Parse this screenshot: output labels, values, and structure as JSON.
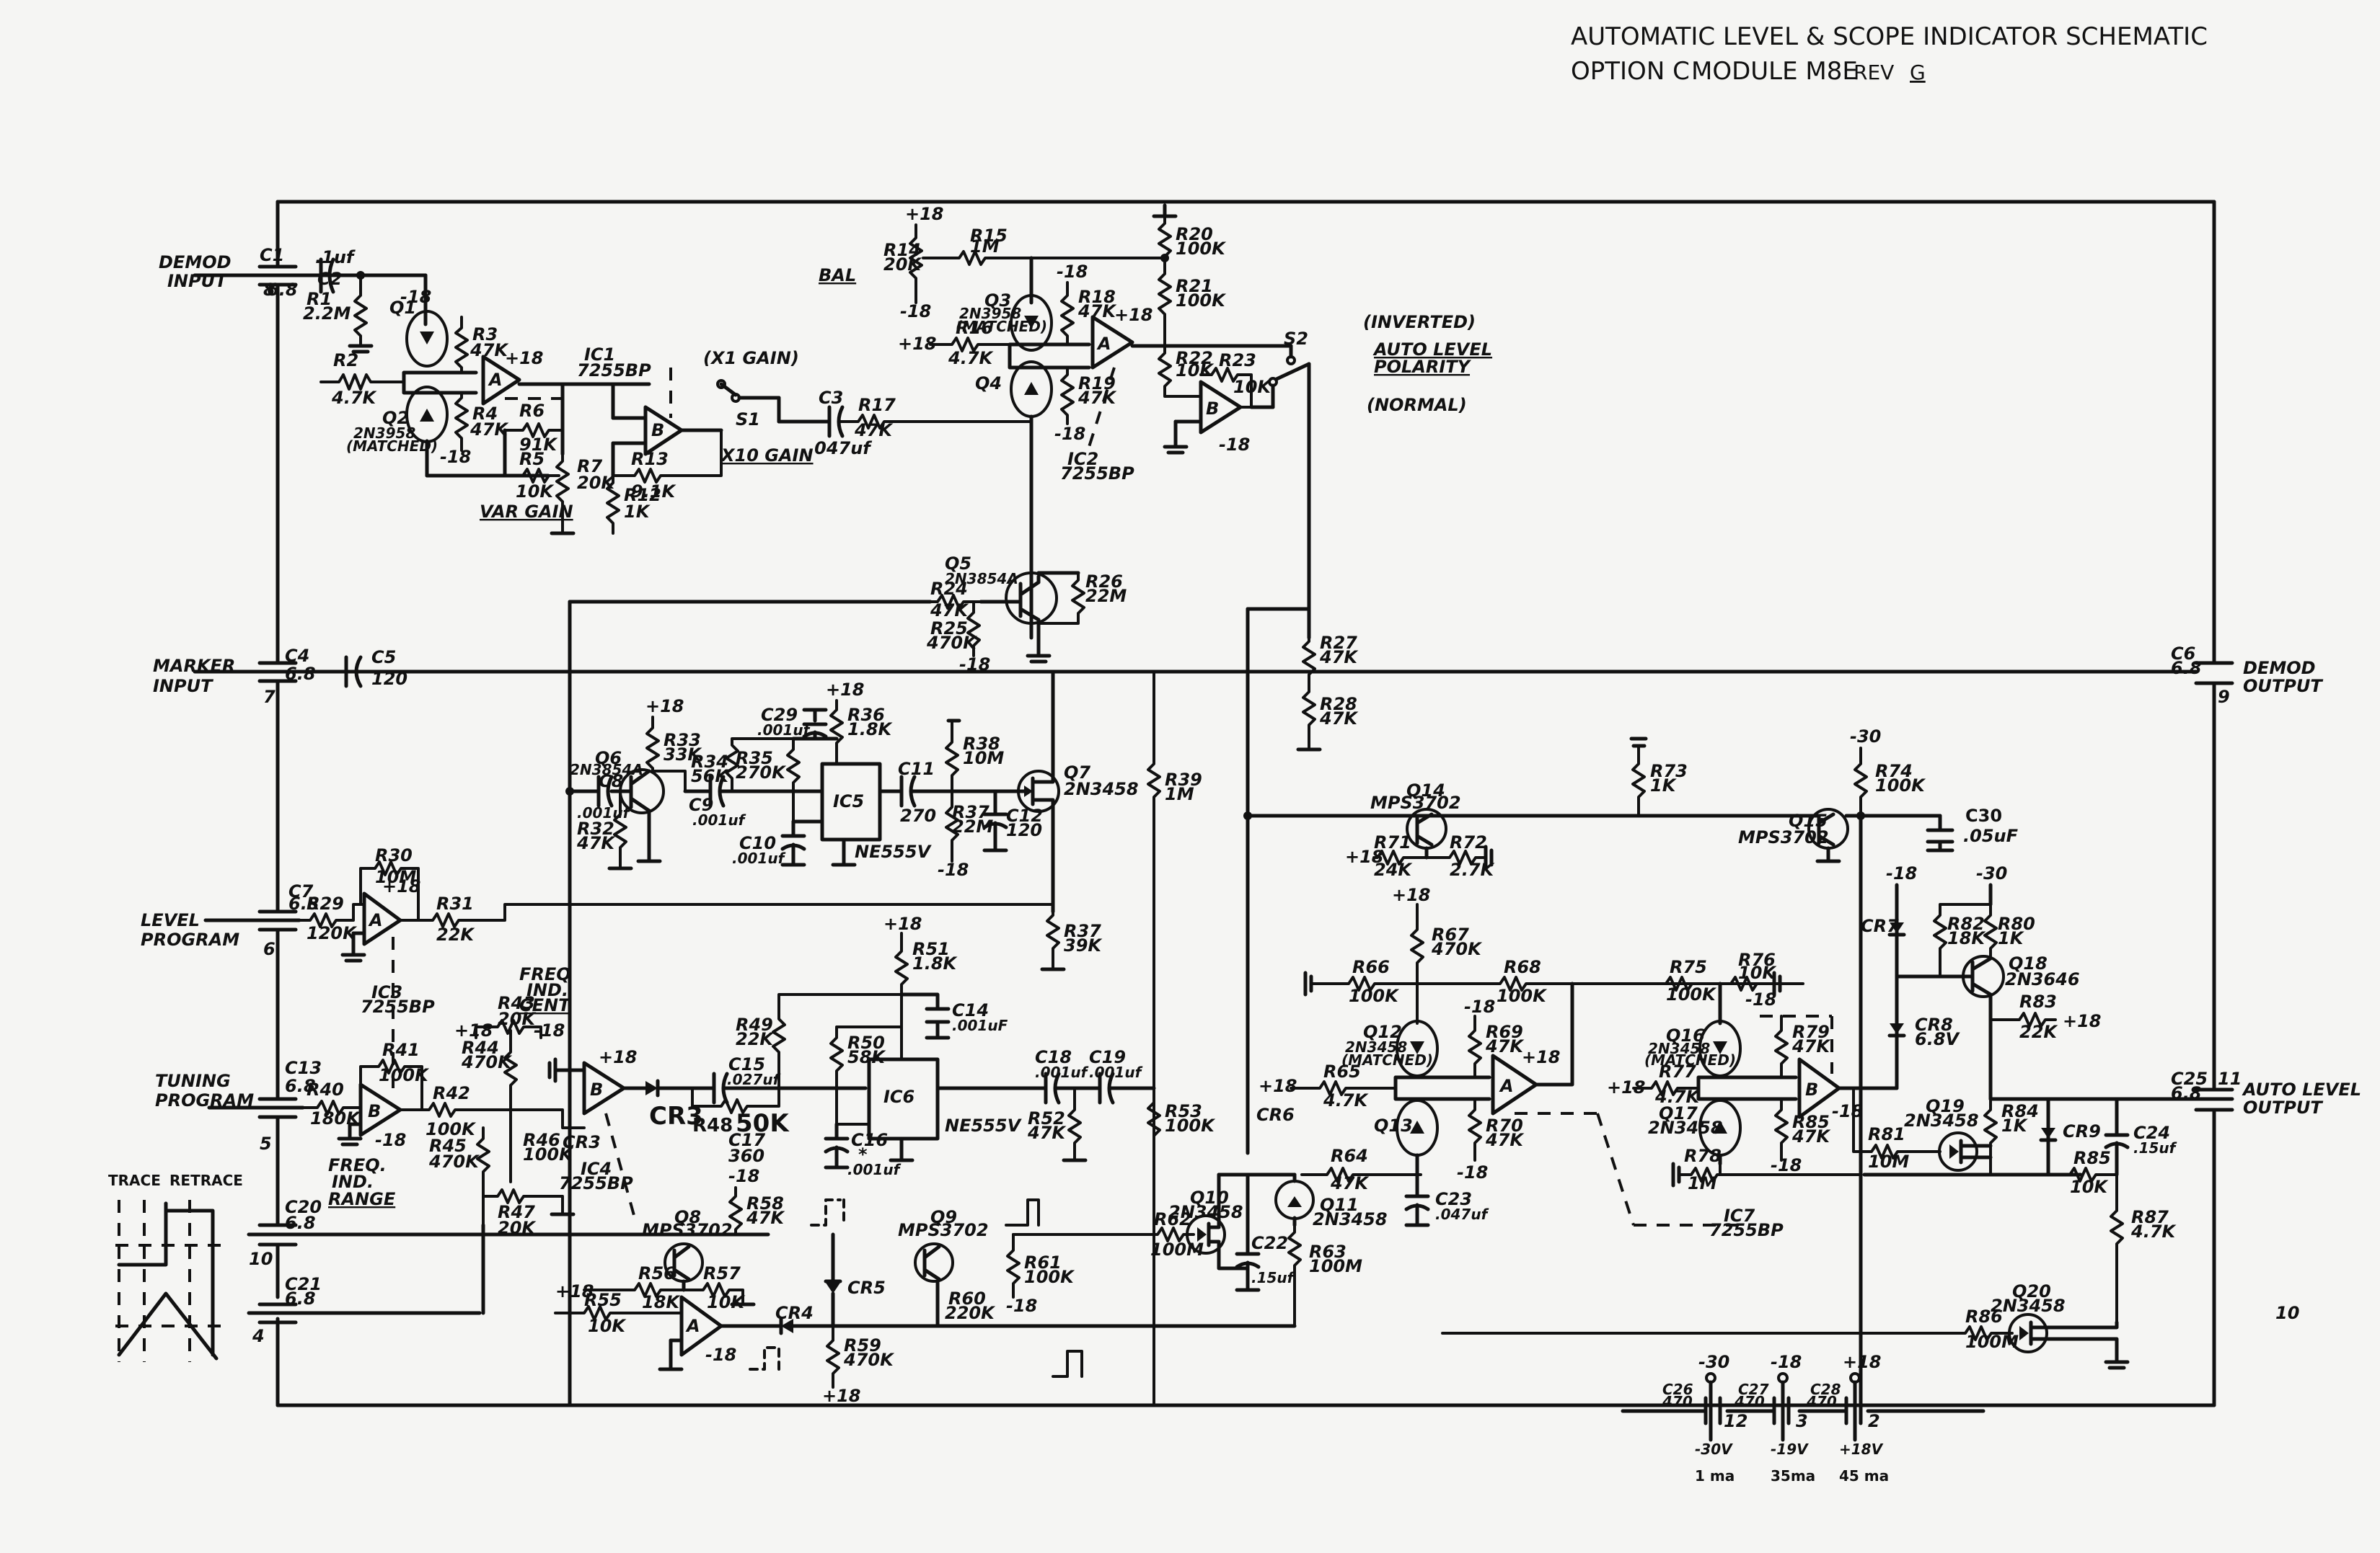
{
  "title": {
    "line1": "AUTOMATIC LEVEL & SCOPE INDICATOR SCHEMATIC",
    "option": "OPTION C",
    "module": "MODULE M8E",
    "rev_label": "REV",
    "rev_value": "G"
  },
  "io": {
    "demod_input": [
      "DEMOD",
      "INPUT"
    ],
    "marker_input": [
      "MARKER",
      "INPUT"
    ],
    "level_program": [
      "LEVEL",
      "PROGRAM"
    ],
    "tuning_program": [
      "TUNING",
      "PROGRAM"
    ],
    "demod_output": [
      "DEMOD",
      "OUTPUT"
    ],
    "auto_level_output": [
      "AUTO LEVEL",
      "OUTPUT"
    ]
  },
  "pins": {
    "p8": "8",
    "p7": "7",
    "p6": "6",
    "p5": "5",
    "p10": "10",
    "p4": "4",
    "p9": "9",
    "p11": "11"
  },
  "notes": {
    "bal": "BAL",
    "var_gain": "VAR GAIN",
    "x1_gain": "(X1 GAIN)",
    "x10_gain": "X10 GAIN",
    "s1": "S1",
    "s2": "S2",
    "inverted": "(INVERTED)",
    "auto_level_polarity": [
      "AUTO LEVEL",
      "POLARITY"
    ],
    "normal": "(NORMAL)",
    "freq_ind_cent": [
      "FREQ",
      "IND.",
      "CENT"
    ],
    "freq_ind_range": [
      "FREQ.",
      "IND.",
      "RANGE"
    ],
    "trace": "TRACE",
    "retrace": "RETRACE",
    "page_mark": "10"
  },
  "components": {
    "C1": [
      "C1",
      "6.8"
    ],
    "C2": [
      "C2",
      ".1uf"
    ],
    "R1": [
      "R1",
      "2.2M"
    ],
    "R2": [
      "R2",
      "4.7K"
    ],
    "Q1": [
      "Q1"
    ],
    "Q2": [
      "Q2",
      "2N3958",
      "(MATCHED)"
    ],
    "R3": [
      "R3",
      "47K"
    ],
    "R4": [
      "R4",
      "47K"
    ],
    "R5": [
      "R5",
      "10K"
    ],
    "R6": [
      "R6",
      "91K"
    ],
    "R7": [
      "R7",
      "20K"
    ],
    "R12": [
      "R12",
      "1K"
    ],
    "R13": [
      "R13",
      "9.1K"
    ],
    "IC1": [
      "IC1",
      "7255BP"
    ],
    "C3": [
      "C3",
      ".047uf"
    ],
    "R17": [
      "R17",
      "47K"
    ],
    "R14": [
      "R14",
      "20K"
    ],
    "R15": [
      "R15",
      "1M"
    ],
    "Q3": [
      "Q3",
      "2N3958",
      "(MATCHED)"
    ],
    "Q4": [
      "Q4"
    ],
    "R16": [
      "R16",
      "4.7K"
    ],
    "R18": [
      "R18",
      "47K"
    ],
    "R19": [
      "R19",
      "47K"
    ],
    "IC2": [
      "IC2",
      "7255BP"
    ],
    "R20": [
      "R20",
      "100K"
    ],
    "R21": [
      "R21",
      "100K"
    ],
    "R22": [
      "R22",
      "10K"
    ],
    "R23": [
      "R23",
      "10K"
    ],
    "Q5": [
      "Q5",
      "2N3854A"
    ],
    "R24": [
      "R24",
      "47K"
    ],
    "R25": [
      "R25",
      "470K"
    ],
    "R26": [
      "R26",
      "22M"
    ],
    "R27": [
      "R27",
      "47K"
    ],
    "R28": [
      "R28",
      "47K"
    ],
    "C4": [
      "C4",
      "6.8"
    ],
    "C5": [
      "C5",
      "120"
    ],
    "C6": [
      "C6",
      "6.8"
    ],
    "Q6": [
      "Q6",
      "2N3854A"
    ],
    "C8": [
      "C8",
      ".001uf"
    ],
    "R32": [
      "R32",
      "47K"
    ],
    "R33": [
      "R33",
      "33K"
    ],
    "C9": [
      "C9",
      ".001uf"
    ],
    "R34": [
      "R34",
      "56K"
    ],
    "R35": [
      "R35",
      "270K"
    ],
    "C29": [
      "C29",
      ".001uf"
    ],
    "R36": [
      "R36",
      "1.8K"
    ],
    "C10": [
      "C10",
      ".001uf"
    ],
    "IC5": [
      "IC5",
      "NE555V"
    ],
    "C11": [
      "C11",
      "270"
    ],
    "R38": [
      "R38",
      "10M"
    ],
    "R37": [
      "R37",
      "22M"
    ],
    "C12": [
      "C12",
      "120"
    ],
    "Q7": [
      "Q7",
      "2N3458"
    ],
    "R39": [
      "R39",
      "1M"
    ],
    "C7": [
      "C7",
      "6.8"
    ],
    "R29": [
      "R29",
      "120K"
    ],
    "R30": [
      "R30",
      "10M"
    ],
    "R31": [
      "R31",
      "22K"
    ],
    "IC3": [
      "IC3",
      "7255BP"
    ],
    "R37b": [
      "R37",
      "39K"
    ],
    "C13": [
      "C13",
      "6.8"
    ],
    "R40": [
      "R40",
      "180K"
    ],
    "R41": [
      "R41",
      "100K"
    ],
    "R42": [
      "R42",
      "100K"
    ],
    "R43": [
      "R43",
      "20K"
    ],
    "R44": [
      "R44",
      "470K"
    ],
    "R45": [
      "R45",
      "470K"
    ],
    "R46": [
      "R46",
      "100K"
    ],
    "R47": [
      "R47",
      "20K"
    ],
    "IC4": [
      "IC4",
      "7255BP"
    ],
    "CR3": [
      "CR3"
    ],
    "C15": [
      "C15",
      ".027uf"
    ],
    "R48": [
      "R48",
      "50K"
    ],
    "C17": [
      "C17",
      "360"
    ],
    "R49": [
      "R49",
      "22K"
    ],
    "R50": [
      "R50",
      "58K"
    ],
    "R51": [
      "R51",
      "1.8K"
    ],
    "C14": [
      "C14",
      ".001uF"
    ],
    "C16": [
      "C16",
      "*",
      ".001uf"
    ],
    "IC6": [
      "IC6",
      "NE555V"
    ],
    "C18": [
      "C18",
      ".001uf"
    ],
    "C19": [
      "C19",
      ".001uf"
    ],
    "R52": [
      "R52",
      "47K"
    ],
    "R53": [
      "R53",
      "100K"
    ],
    "C20": [
      "C20",
      "6.8"
    ],
    "C21": [
      "C21",
      "6.8"
    ],
    "Q8": [
      "Q8",
      "MPS3702"
    ],
    "R56": [
      "R56",
      "18K"
    ],
    "R57": [
      "R57",
      "10K"
    ],
    "R55": [
      "R55",
      "10K"
    ],
    "R58": [
      "R58",
      "47K"
    ],
    "CR4": [
      "CR4"
    ],
    "CR5": [
      "CR5"
    ],
    "R59": [
      "R59",
      "470K"
    ],
    "Q9": [
      "Q9",
      "MPS3702"
    ],
    "R60": [
      "R60",
      "220K"
    ],
    "R61": [
      "R61",
      "100K"
    ],
    "Q10": [
      "Q10",
      "2N3458"
    ],
    "R62": [
      "R62",
      "100M"
    ],
    "C22": [
      "C22",
      ".15uf"
    ],
    "CR6": [
      "CR6"
    ],
    "Q11": [
      "Q11",
      "2N3458"
    ],
    "R63": [
      "R63",
      "100M"
    ],
    "R64": [
      "R64",
      "47K"
    ],
    "Q14": [
      "Q14",
      "MPS3702"
    ],
    "R71": [
      "R71",
      "24K"
    ],
    "R72": [
      "R72",
      "2.7K"
    ],
    "R73": [
      "R73",
      "1K"
    ],
    "Q15": [
      "Q15",
      "MPS3702"
    ],
    "R74": [
      "R74",
      "100K"
    ],
    "C30": [
      "C30",
      ".05uF"
    ],
    "R67": [
      "R67",
      "470K"
    ],
    "R66": [
      "R66",
      "100K"
    ],
    "R68": [
      "R68",
      "100K"
    ],
    "Q12": [
      "Q12",
      "2N3458",
      "(MATCHED)"
    ],
    "Q13": [
      "Q13"
    ],
    "R65": [
      "R65",
      "4.7K"
    ],
    "R69": [
      "R69",
      "47K"
    ],
    "R70": [
      "R70",
      "47K"
    ],
    "C23": [
      "C23",
      ".047uf"
    ],
    "R75": [
      "R75",
      "100K"
    ],
    "R76": [
      "R76",
      "10K"
    ],
    "Q16": [
      "Q16",
      "2N3458",
      "(MATCHED)"
    ],
    "Q17": [
      "Q17",
      "2N3458"
    ],
    "R77": [
      "R77",
      "4.7K"
    ],
    "R78": [
      "R78",
      "1M"
    ],
    "R79": [
      "R79",
      "47K"
    ],
    "R85b": [
      "R85",
      "47K"
    ],
    "IC7": [
      "IC7",
      "7255BP"
    ],
    "CR7": [
      "CR7"
    ],
    "CR8": [
      "CR8",
      "6.8V"
    ],
    "R82": [
      "R82",
      "18K"
    ],
    "R80": [
      "R80",
      "1K"
    ],
    "Q18": [
      "Q18",
      "2N3646"
    ],
    "R83": [
      "R83",
      "22K"
    ],
    "Q19": [
      "Q19",
      "2N3458"
    ],
    "R81": [
      "R81",
      "10M"
    ],
    "R84": [
      "R84",
      "1K"
    ],
    "CR9": [
      "CR9"
    ],
    "R85": [
      "R85",
      "10K"
    ],
    "C24": [
      "C24",
      ".15uf"
    ],
    "R87": [
      "R87",
      "4.7K"
    ],
    "C25": [
      "C25",
      "6.8"
    ],
    "Q20": [
      "Q20",
      "2N3458"
    ],
    "R86": [
      "R86",
      "100M"
    ]
  },
  "rails": {
    "p18": "+18",
    "m18": "-18",
    "m30": "-30"
  },
  "supply": {
    "caps": [
      {
        "name": "C26",
        "value": "470",
        "rail": "-30",
        "pin": "12",
        "volts": "-30V",
        "current": "1 ma"
      },
      {
        "name": "C27",
        "value": "470",
        "rail": "-18",
        "pin": "3",
        "volts": "-19V",
        "current": "35ma"
      },
      {
        "name": "C28",
        "value": "470",
        "rail": "+18",
        "pin": "2",
        "volts": "+18V",
        "current": "45 ma"
      }
    ]
  }
}
